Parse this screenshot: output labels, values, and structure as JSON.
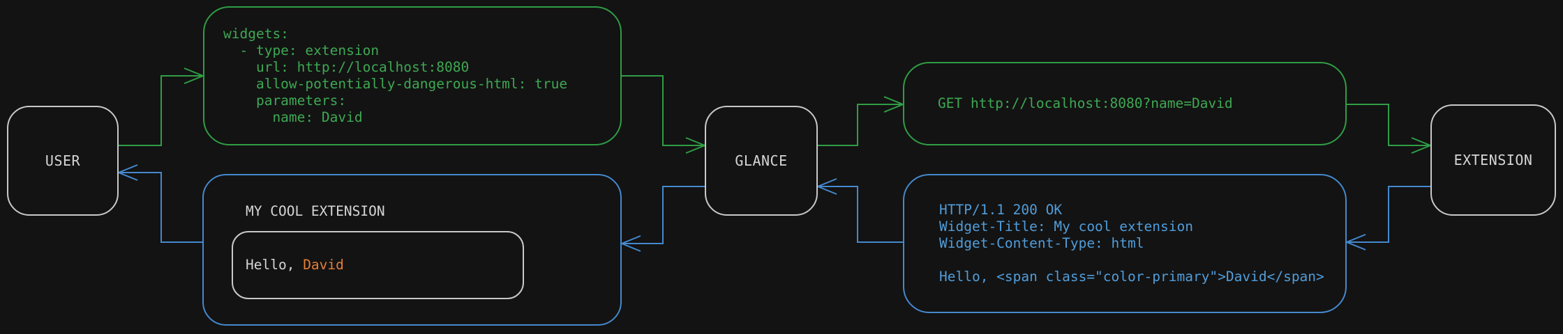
{
  "palette": {
    "background": "#131313",
    "green_line": "#2f9e45",
    "green_text": "#3ea853",
    "blue_line": "#4589cf",
    "blue_text": "#519dda",
    "orange": "#e57e38",
    "gray_border": "#c9c9c9",
    "gray_text": "#d6d6d6"
  },
  "nodes": {
    "user": {
      "label": "USER"
    },
    "glance": {
      "label": "GLANCE"
    },
    "extension": {
      "label": "EXTENSION"
    }
  },
  "config_box": {
    "lines": [
      "widgets:",
      "  - type: extension",
      "    url: http://localhost:8080",
      "    allow-potentially-dangerous-html: true",
      "    parameters:",
      "      name: David"
    ]
  },
  "request_box": {
    "line": "GET http://localhost:8080?name=David"
  },
  "response_box": {
    "lines": [
      "HTTP/1.1 200 OK",
      "Widget-Title: My cool extension",
      "Widget-Content-Type: html",
      "",
      "Hello, <span class=\"color-primary\">David</span>"
    ]
  },
  "widget_box": {
    "title": "MY COOL EXTENSION",
    "greeting_prefix": "Hello, ",
    "greeting_name": "David"
  }
}
